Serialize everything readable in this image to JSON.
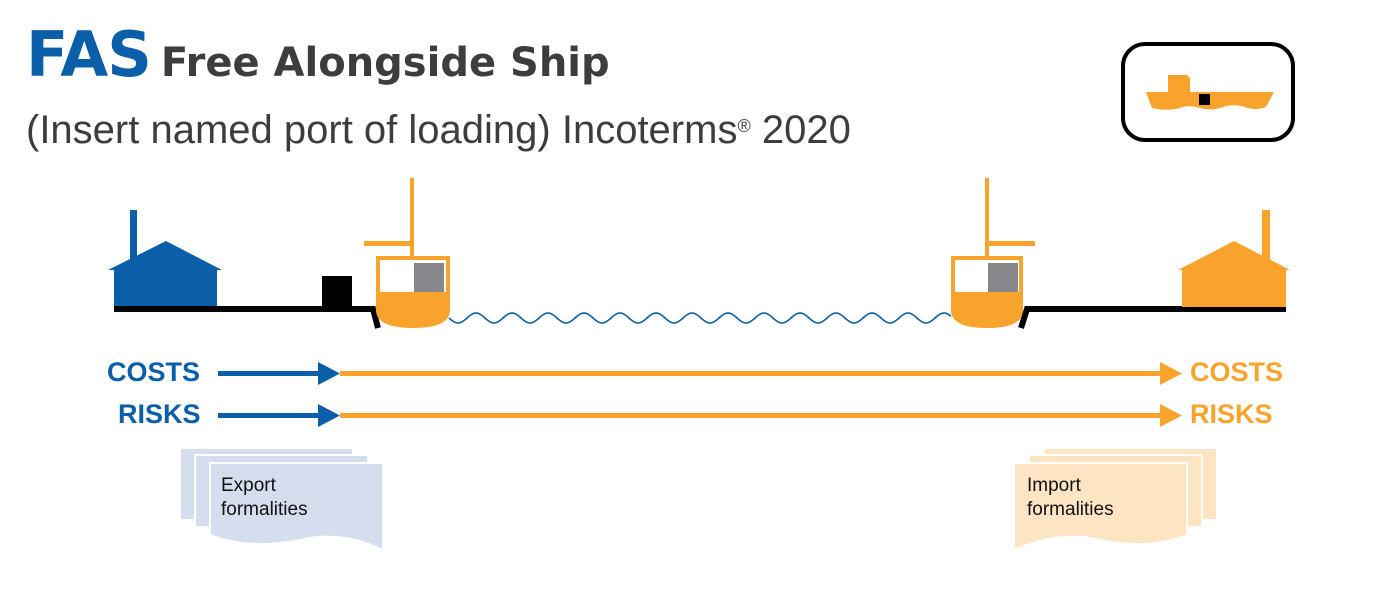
{
  "header": {
    "abbr": "FAS",
    "name": "Free Alongside Ship",
    "subtitle": "(Insert named port of loading) Incoterms",
    "registered": "®",
    "year": "2020"
  },
  "left": {
    "costs": "COSTS",
    "risks": "RISKS",
    "doc_line1": "Export",
    "doc_line2": "formalities"
  },
  "right": {
    "costs": "COSTS",
    "risks": "RISKS",
    "doc_line1": "Import",
    "doc_line2": "formalities"
  },
  "icons": {
    "mode": "sea-ship-icon"
  },
  "colors": {
    "seller": "#0b5ea8",
    "buyer": "#f8a42c",
    "cargo": "#86878b",
    "seller_docs": "#d5deee",
    "buyer_docs": "#fde5c4"
  }
}
